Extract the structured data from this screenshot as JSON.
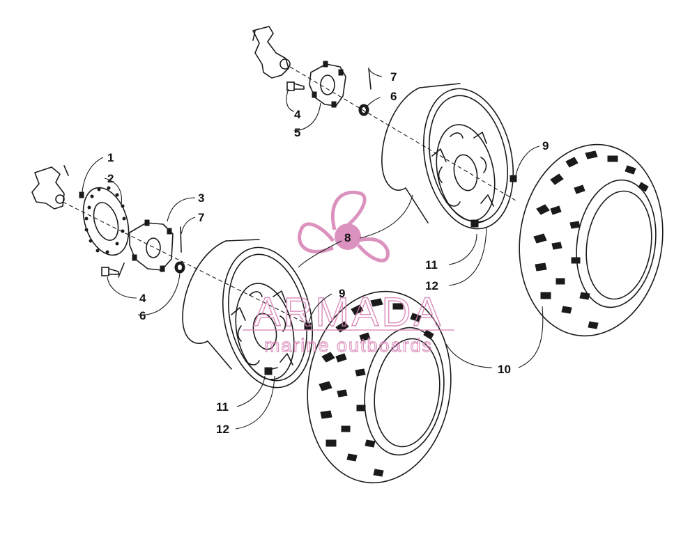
{
  "callouts": {
    "c1": "1",
    "c2": "2",
    "c3": "3",
    "c4_front": "4",
    "c4_rear": "4",
    "c5": "5",
    "c6_front": "6",
    "c6_rear": "6",
    "c7_front": "7",
    "c7_rear": "7",
    "c8": "8",
    "c9_front": "9",
    "c9_rear": "9",
    "c10": "10",
    "c11_front": "11",
    "c11_rear": "11",
    "c12_front": "12",
    "c12_rear": "12"
  },
  "watermark": {
    "brand": "ARMADA",
    "tagline": "marine outboards",
    "color": "#d77fb4",
    "icon": "propeller-logo-icon"
  }
}
